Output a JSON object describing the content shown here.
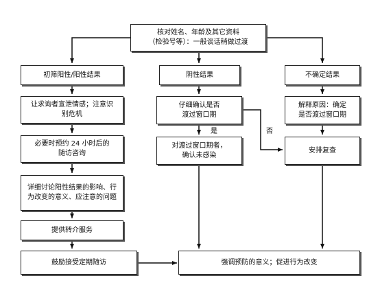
{
  "nodes": {
    "top": "核对姓名、年龄及其它资料\n（检验号等）：一般谈话稍做过渡",
    "positive": "初筛阳性/阳性结果",
    "negative": "阴性结果",
    "uncertain": "不确定结果",
    "pos_step1": "让求询者宣泄情感；注意识\n别危机",
    "pos_step2": "必要时预约 24 小时后的\n随访咨询",
    "pos_step3": "详细讨论阳性结果的影响、行\n为改变的意义、应注意的问题",
    "pos_step4": "提供转介服务",
    "pos_step5": "鼓励接受定期随访",
    "neg_step1": "仔细确认是否\n渡过窗口期",
    "neg_step2": "对渡过窗口期者，\n确认未感染",
    "unc_step1": "解释原因：确定\n是否渡过窗口期",
    "followup": "安排复查",
    "prevention": "强调预防的意义；促进行为改变"
  },
  "edge_labels": {
    "yes": "是",
    "no": "否"
  }
}
